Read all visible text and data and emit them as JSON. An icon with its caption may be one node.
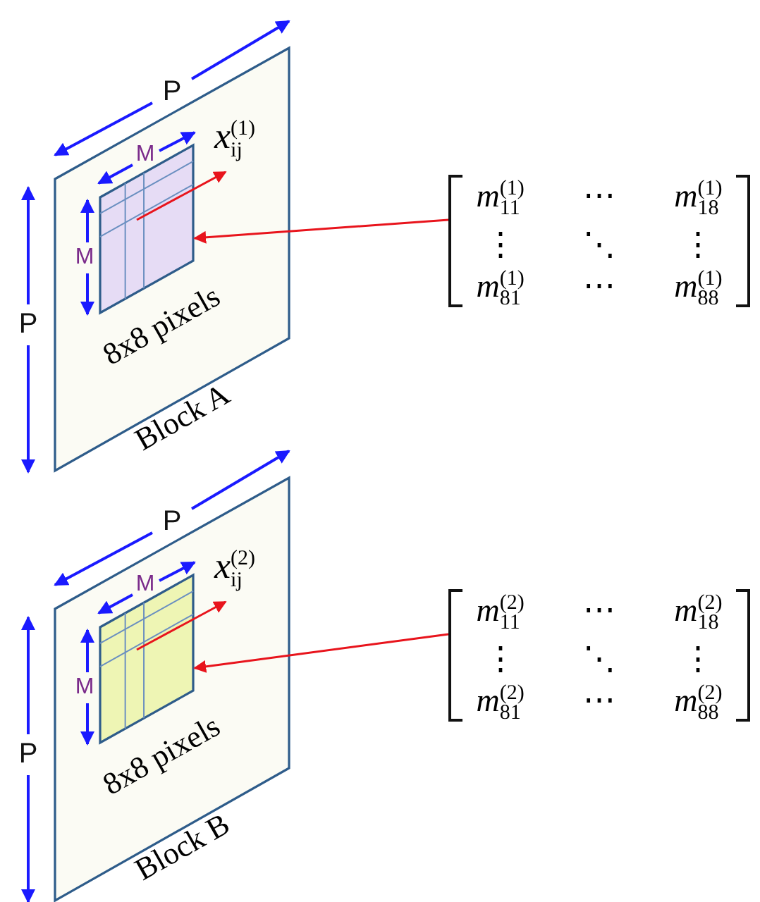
{
  "diagram": {
    "nodes": [
      {
        "text": [
          "Block A"
        ]
      },
      {
        "text": [],
        "shape": "box",
        "in": 0,
        "beside": [
          "8x8 pixels"
        ]
      },
      {
        "text": [
          "*x*$_{ij}$$^{(1)}$"
        ],
        "in": 0
      },
      {
        "text": [
          "*m*$_{11}$$^{(1)}$",
          "⋯",
          "*m*$_{18}$$^{(1)}$",
          "⋮",
          "⋱",
          "⋮",
          "*m*$_{81}$$^{(1)}$",
          "⋯",
          "*m*$_{88}$$^{(1)}$"
        ]
      },
      {
        "text": [
          "Block B"
        ]
      },
      {
        "text": [],
        "shape": "box",
        "in": 4,
        "beside": [
          "8x8 pixels"
        ]
      },
      {
        "text": [
          "*x*$_{ij}$$^{(2)}$"
        ],
        "in": 4
      },
      {
        "text": [
          "*m*$_{11}$$^{(2)}$",
          "⋯",
          "*m*$_{18}$$^{(2)}$",
          "⋮",
          "⋱",
          "⋮",
          "*m*$_{81}$$^{(2)}$",
          "⋯",
          "*m*$_{88}$$^{(2)}$"
        ]
      }
    ],
    "edges": [
      {
        "from": 1,
        "to": 2,
        "arrow": "to"
      },
      {
        "from": 3,
        "to": 1,
        "arrow": "to"
      },
      {
        "from": 5,
        "to": 6,
        "arrow": "to"
      },
      {
        "from": 7,
        "to": 5,
        "arrow": "to"
      }
    ],
    "labels": [
      "P",
      "M",
      "M",
      "P",
      "P",
      "M",
      "M",
      "P"
    ]
  }
}
